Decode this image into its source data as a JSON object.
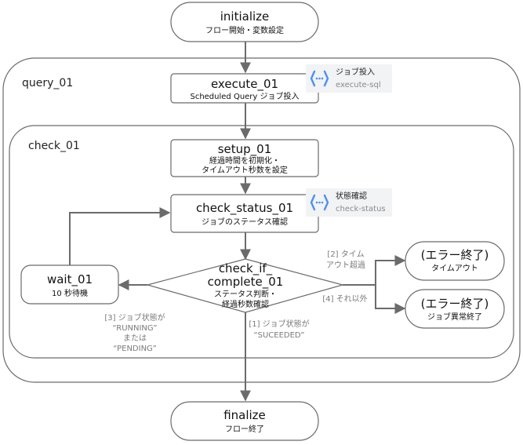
{
  "containers": {
    "query": {
      "label": "query_01"
    },
    "check": {
      "label": "check_01"
    }
  },
  "nodes": {
    "initialize": {
      "title": "initialize",
      "sub": "フロー開始・変数設定"
    },
    "execute": {
      "title": "execute_01",
      "sub": "Scheduled Query ジョブ投入"
    },
    "setup": {
      "title": "setup_01",
      "sub1": "経過時間を初期化・",
      "sub2": "タイムアウト秒数を設定"
    },
    "check_status": {
      "title": "check_status_01",
      "sub": "ジョブのステータス確認"
    },
    "check_if": {
      "title1": "check_if_",
      "title2": "complete_01",
      "sub1": "ステータス判断・",
      "sub2": "経過秒数確認"
    },
    "wait": {
      "title": "wait_01",
      "sub": "10 秒待機"
    },
    "error_timeout": {
      "title": "(エラー終了)",
      "sub": "タイムアウト"
    },
    "error_job": {
      "title": "(エラー終了)",
      "sub": "ジョブ異常終了"
    },
    "finalize": {
      "title": "finalize",
      "sub": "フロー終了"
    }
  },
  "connectors": {
    "execute_sql": {
      "title": "ジョブ投入",
      "sub": "execute-sql",
      "icon": "api-connector-icon"
    },
    "check_status": {
      "title": "状態確認",
      "sub": "check-status",
      "icon": "api-connector-icon"
    }
  },
  "edge_labels": {
    "timeout": {
      "line1": "[2] タイム",
      "line2": "アウト超過"
    },
    "other": {
      "line1": "[4] それ以外"
    },
    "succeeded": {
      "line1": "[1] ジョブ状態が",
      "line2": "“SUCEEDED”"
    },
    "running": {
      "line1": "[3] ジョブ状態が",
      "line2": "“RUNNING”",
      "line3": "または",
      "line4": "“PENDING”"
    }
  },
  "colors": {
    "stroke": "#6b6b6b",
    "connector_icon": "#4f8ff0",
    "edge_label": "#7a7a7a"
  }
}
